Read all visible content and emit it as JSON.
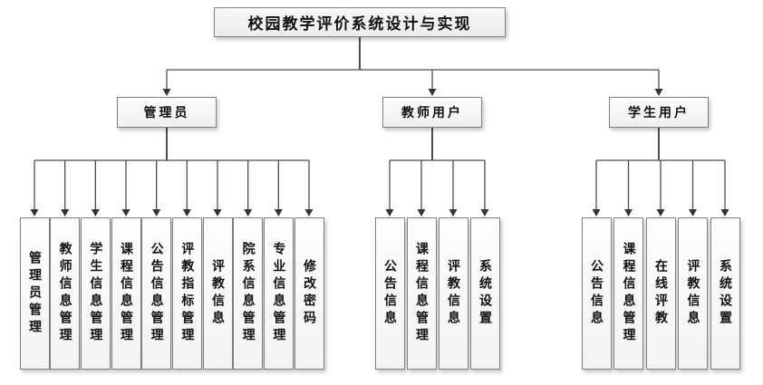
{
  "diagram": {
    "root": {
      "label": "校园教学评价系统设计与实现"
    },
    "branches": [
      {
        "label": "管理员",
        "leaves": [
          "管理员管理",
          "教师信息管理",
          "学生信息管理",
          "课程信息管理",
          "公告信息管理",
          "评教指标管理",
          "评教信息",
          "院系信息管理",
          "专业信息管理",
          "修改密码"
        ]
      },
      {
        "label": "教师用户",
        "leaves": [
          "公告信息",
          "课程信息管理",
          "评教信息",
          "系统设置"
        ]
      },
      {
        "label": "学生用户",
        "leaves": [
          "公告信息",
          "课程信息管理",
          "在线评教",
          "评教信息",
          "系统设置"
        ]
      }
    ],
    "colors": {
      "line": "#4d4d4d",
      "arrow": "#333333",
      "box_border": "#7f7f7f",
      "box_fill": "#f3f3f3",
      "background": "#ffffff",
      "text": "#111111"
    }
  }
}
